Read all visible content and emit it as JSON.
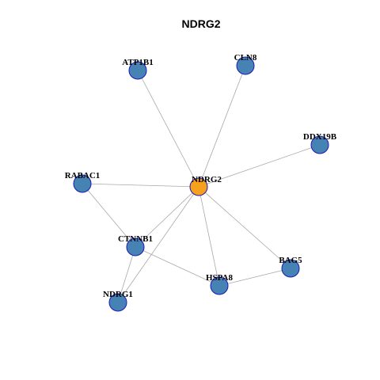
{
  "title": "NDRG2",
  "colors": {
    "hub_fill": "#f5a11d",
    "node_fill": "#4682b4",
    "node_stroke": "#1a1ab8",
    "edge": "#a8a8a8"
  },
  "nodes": [
    {
      "id": "NDRG2",
      "label": "NDRG2",
      "role": "hub"
    },
    {
      "id": "ATP1B1",
      "label": "ATP1B1",
      "role": "neighbor"
    },
    {
      "id": "CLN8",
      "label": "CLN8",
      "role": "neighbor"
    },
    {
      "id": "DDX19B",
      "label": "DDX19B",
      "role": "neighbor"
    },
    {
      "id": "RABAC1",
      "label": "RABAC1",
      "role": "neighbor"
    },
    {
      "id": "CTNNB1",
      "label": "CTNNB1",
      "role": "neighbor"
    },
    {
      "id": "BAG5",
      "label": "BAG5",
      "role": "neighbor"
    },
    {
      "id": "HSPA8",
      "label": "HSPA8",
      "role": "neighbor"
    },
    {
      "id": "NDRG1",
      "label": "NDRG1",
      "role": "neighbor"
    }
  ],
  "edges": [
    [
      "NDRG2",
      "ATP1B1"
    ],
    [
      "NDRG2",
      "CLN8"
    ],
    [
      "NDRG2",
      "DDX19B"
    ],
    [
      "NDRG2",
      "RABAC1"
    ],
    [
      "NDRG2",
      "CTNNB1"
    ],
    [
      "NDRG2",
      "BAG5"
    ],
    [
      "NDRG2",
      "HSPA8"
    ],
    [
      "NDRG2",
      "NDRG1"
    ],
    [
      "RABAC1",
      "CTNNB1"
    ],
    [
      "CTNNB1",
      "NDRG1"
    ],
    [
      "CTNNB1",
      "HSPA8"
    ],
    [
      "HSPA8",
      "BAG5"
    ]
  ]
}
